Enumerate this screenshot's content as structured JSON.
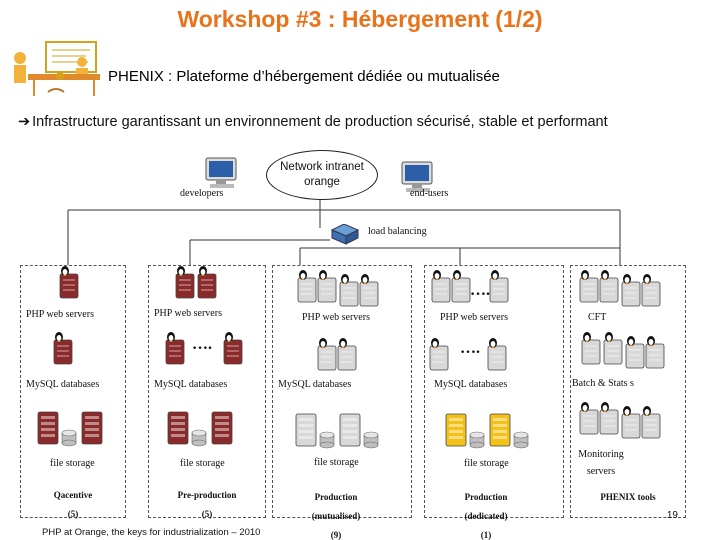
{
  "header": {
    "title": "Workshop #3 : Hébergement (1/2)",
    "subtitle": "PHENIX : Plateforme d’hébergement dédiée ou mutualisée",
    "intro": "Infrastructure garantissant un environnement de production sécurisé, stable et performant"
  },
  "network": {
    "cloud_label": "Network intranet orange",
    "developers": "developers",
    "end_users": "end-users",
    "load_balancing": "load balancing"
  },
  "columns": [
    {
      "php": "PHP web servers",
      "mysql": "MySQL databases",
      "storage": "file storage",
      "caption": "Qacentive",
      "count": "(5)"
    },
    {
      "php": "PHP web servers",
      "mysql": "MySQL databases",
      "storage": "file storage",
      "caption": "Pre-production",
      "count": "(5)"
    },
    {
      "php": "PHP web servers",
      "mysql": "MySQL databases",
      "storage": "file storage",
      "caption": "Production (mutualised)",
      "count": "(9)"
    },
    {
      "php": "PHP web servers",
      "mysql": "MySQL databases",
      "storage": "file storage",
      "caption": "Production (dedicated)",
      "count": "(1)"
    },
    {
      "php": "CFT",
      "mysql": "Batch & Stats s",
      "storage": "Monitoring servers",
      "caption": "PHENIX tools",
      "count": ""
    }
  ],
  "dots": "….",
  "footer": "PHP at Orange, the keys for industrialization – 2010",
  "page_number": "19",
  "colors": {
    "title": "#e8731a",
    "dark_red_server": "#8b2a2a",
    "grey_server": "#d8d8d8",
    "yellow_server": "#f2c21b",
    "monitor": "#2d5fa8"
  }
}
